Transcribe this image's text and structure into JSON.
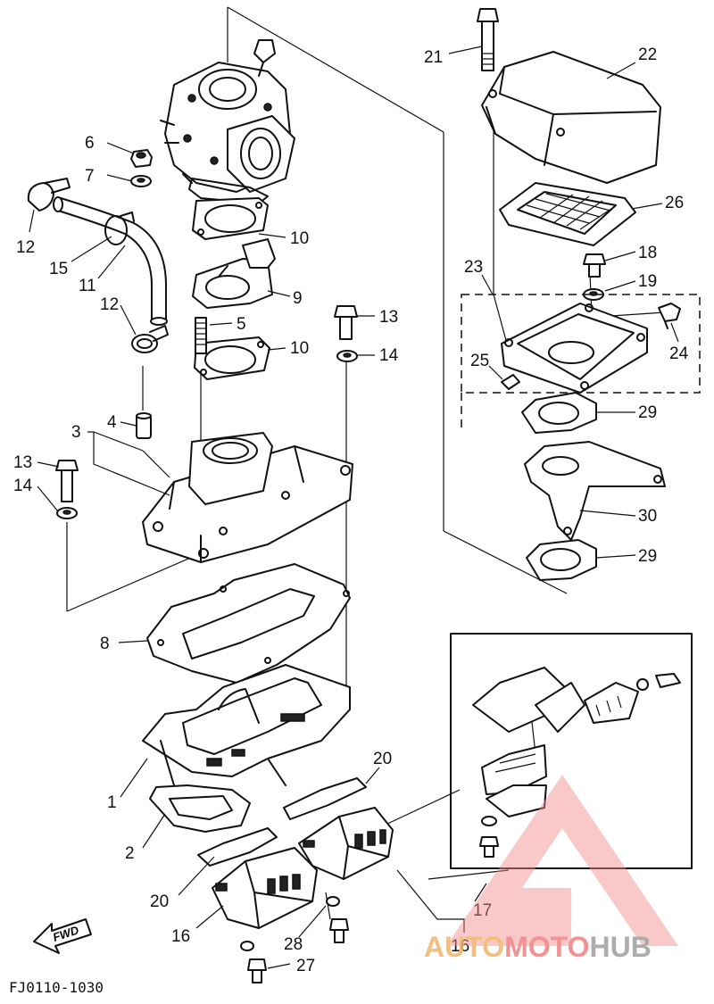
{
  "diagram": {
    "code": "FJ0110-1030",
    "fwd_label": "FWD",
    "part_labels": {
      "p1": "1",
      "p2": "2",
      "p3": "3",
      "p4": "4",
      "p5": "5",
      "p6": "6",
      "p7": "7",
      "p8": "8",
      "p9": "9",
      "p10a": "10",
      "p10b": "10",
      "p11": "11",
      "p12a": "12",
      "p12b": "12",
      "p13a": "13",
      "p13b": "13",
      "p14a": "14",
      "p14b": "14",
      "p15": "15",
      "p16a": "16",
      "p16b": "16",
      "p17": "17",
      "p18": "18",
      "p19": "19",
      "p20a": "20",
      "p20b": "20",
      "p21": "21",
      "p22": "22",
      "p23": "23",
      "p24": "24",
      "p25": "25",
      "p26": "26",
      "p27": "27",
      "p28": "28",
      "p29a": "29",
      "p29b": "29",
      "p30": "30"
    }
  },
  "watermark": {
    "part1": "AUTO",
    "part2": "MOTO",
    "part3": "HUB",
    "colors": {
      "auto": "#f2b56b",
      "moto": "#f08080",
      "hub": "#9e9e9e",
      "logo": "#f28b8b"
    }
  }
}
